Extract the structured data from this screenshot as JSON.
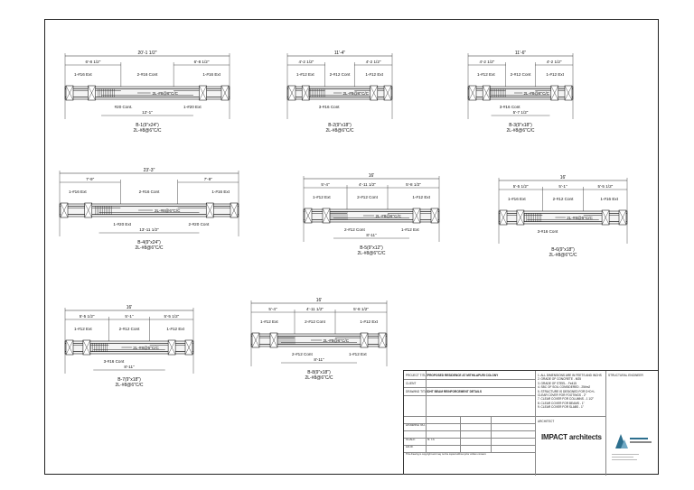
{
  "beams": [
    {
      "caption": "B-1(9\"x24\")",
      "stirrups": "2L-#8@6\"C/C",
      "overall": "20'-1 1/2\"",
      "left_dim": "6'-8 1/2\"",
      "right_dim": "6'-8 1/2\"",
      "bottom_dim": "12'-1\"",
      "labels": [
        "1-#16 Ext",
        "2-#16 Cont",
        "1-#16 Ext",
        "2L-#8@6\"C/C",
        "#20 Cont.",
        "1-#20 Ext"
      ]
    },
    {
      "caption": "B-2(9\"x18\")",
      "stirrups": "2L-#8@6\"C/C",
      "overall": "11'-4\"",
      "left_dim": "4'-2 1/2\"",
      "right_dim": "4'-2 1/2\"",
      "bottom_dim": "",
      "labels": [
        "1-#12 Ext",
        "2-#12 Cont",
        "1-#12 Ext",
        "2L-#8@6\"C/C",
        "3-#16 Cont"
      ]
    },
    {
      "caption": "B-3(9\"x18\")",
      "stirrups": "2L-#8@6\"C/C",
      "overall": "11'-6\"",
      "left_dim": "4'-2 1/2\"",
      "right_dim": "4'-2 1/2\"",
      "bottom_dim": "5'-7 1/2\"",
      "labels": [
        "1-#12 Ext",
        "2-#12 Cont",
        "1-#12 Ext",
        "2L-#8@6\"C/C",
        "3-#16 Cont"
      ]
    },
    {
      "caption": "B-4(9\"x24\")",
      "stirrups": "2L-#8@6\"C/C",
      "overall": "23'-3\"",
      "left_dim": "7'-9\"",
      "right_dim": "7'-9\"",
      "bottom_dim": "13'-11 1/2\"",
      "labels": [
        "1-#16 Ext",
        "2-#16 Cont",
        "1-#16 Ext",
        "2L-#8@6\"C/C",
        "1-#20 Ext",
        "2-#20 Cont"
      ]
    },
    {
      "caption": "B-5(9\"x12\")",
      "stirrups": "2L-#8@6\"C/C",
      "overall": "16'",
      "left_dim": "5'-4\"",
      "mid_dim": "4'-11 1/2\"",
      "right_dim": "5'-8 1/2\"",
      "bottom_dim": "8'-11\"",
      "labels": [
        "1-#12 Ext",
        "2-#12 Cont",
        "1-#12 Ext",
        "2L-#8@6\"C/C",
        "2-#12 Cont",
        "1-#12 Ext"
      ]
    },
    {
      "caption": "B-6(9\"x18\")",
      "stirrups": "2L-#8@6\"C/C",
      "overall": "16'",
      "left_dim": "5'-5 1/2\"",
      "mid_dim": "5'-1\"",
      "right_dim": "5'-5 1/2\"",
      "bottom_dim": "",
      "labels": [
        "1-#16 Ext",
        "2-#12 Cont",
        "1-#16 Ext",
        "2L-#8@6\"C/C",
        "3-#16 Cont"
      ]
    },
    {
      "caption": "B-7(9\"x18\")",
      "stirrups": "2L-#8@6\"C/C",
      "overall": "16'",
      "left_dim": "5'-5 1/2\"",
      "mid_dim": "5'-1\"",
      "right_dim": "5'-5 1/2\"",
      "bottom_dim": "8'-11\"",
      "labels": [
        "1-#12 Ext",
        "2-#12 Cont",
        "1-#12 Ext",
        "2L-#8@6\"C/C",
        "3-#16 Cont"
      ]
    },
    {
      "caption": "B-8(9\"x18\")",
      "stirrups": "2L-#8@6\"C/C",
      "overall": "16'",
      "left_dim": "5'-4\"",
      "mid_dim": "4'-11 1/2\"",
      "right_dim": "5'-8 1/2\"",
      "bottom_dim": "8'-11\"",
      "labels": [
        "1-#12 Ext",
        "2-#12 Cont",
        "1-#12 Ext",
        "2L-#8@6\"C/C",
        "2-#12 Cont",
        "1-#12 Ext"
      ]
    }
  ],
  "title_block": {
    "project_title_label": "PROJECT TITLE",
    "project_title": "PROPOSED RESIDENCE AT MITHILAPURI COLONY",
    "client_label": "CLIENT",
    "drawing_title_label": "DRAWING TITLE",
    "drawing_title": "OHT BEAM REINFORCEMENT DETAILS",
    "notes": [
      "1. ALL DIMENSIONS ARE IN FEETS AND INCHS",
      "2. GRADE OF CONCRETE - M25",
      "3. GRADE OF STEEL - Fe415",
      "4. SBC OF SOIL CONSIDERED - 25t/m2",
      "5. STRUCTURE IS DESIGNED FOR D+D+L",
      "CLEAR COVER FOR FOOTINGS - 2\"",
      "7. CLEAR COVER FOR COLUMNS - 1 1/2\"",
      "8. CLEAR COVER FOR BEAMS - 1\"",
      "9. CLEAR COVER FOR SLABS - 1\""
    ],
    "architect_label": "ARCHITECT",
    "architect_name": "IMPACT architects",
    "engineer_label": "STRUCTURAL ENGINEER",
    "drawing_no_label": "DRAWING NO.",
    "scale_label": "SCALE",
    "scale_value": "N.T.S",
    "date_label": "DATE",
    "disclaimer": "This drawing is copyright and may not be copied without prior written consent."
  }
}
